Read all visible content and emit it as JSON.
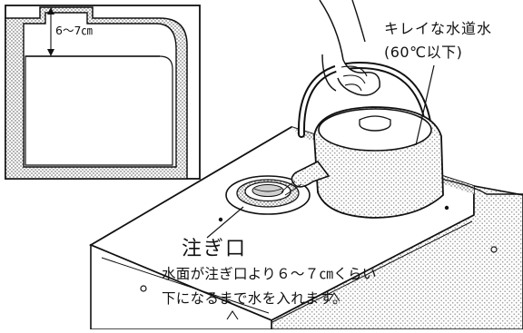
{
  "inset": {
    "gap_label": "6～7㎝"
  },
  "callout_water": {
    "line1": "キレイな水道水",
    "line2": "(60℃以下)"
  },
  "callout_spout": {
    "title": "注ぎ口",
    "instruction_line1": "水面が注ぎ口より６～７㎝くらい",
    "instruction_line2": "下になるまで水を入れます。"
  },
  "colors": {
    "line": "#111111",
    "dot_fill": "#b9b9b9",
    "background": "#ffffff"
  }
}
